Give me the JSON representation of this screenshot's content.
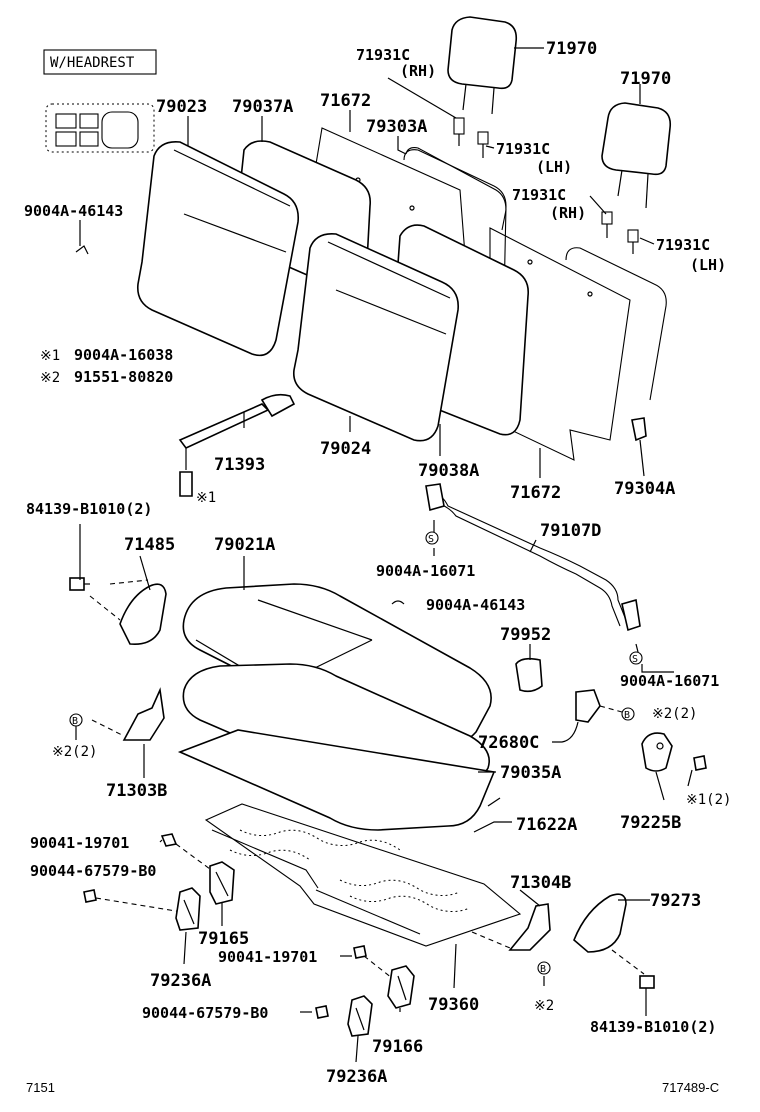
{
  "legend_box": "W/HEADREST",
  "notes": {
    "n1_mark": "※1",
    "n1_part": "9004A-16038",
    "n2_mark": "※2",
    "n2_part": "91551-80820"
  },
  "parts": {
    "p71931c": "71931C",
    "rh": "(RH)",
    "lh": "(LH)",
    "p71970": "71970",
    "p79023": "79023",
    "p79037a": "79037A",
    "p71672": "71672",
    "p79303a": "79303A",
    "p9004a46143": "9004A-46143",
    "p71393": "71393",
    "p79024": "79024",
    "p79038a": "79038A",
    "p79304a": "79304A",
    "p84139": "84139-B1010(2)",
    "p71485": "71485",
    "p79021a": "79021A",
    "p79107d": "79107D",
    "p9004a16071": "9004A-16071",
    "p79952": "79952",
    "p71303b": "71303B",
    "p72680c": "72680C",
    "p79035a": "79035A",
    "p79225b": "79225B",
    "p71622a": "71622A",
    "p90041": "90041-19701",
    "p90044": "90044-67579-B0",
    "p71304b": "71304B",
    "p79273": "79273",
    "p79165": "79165",
    "p79236a": "79236A",
    "p79360": "79360",
    "p79166": "79166",
    "x1": "※1",
    "x12": "※1(2)",
    "x2": "※2",
    "x22": "※2(2)",
    "b": "B",
    "s": "S"
  },
  "footer": {
    "left": "7151",
    "right": "717489-C"
  }
}
